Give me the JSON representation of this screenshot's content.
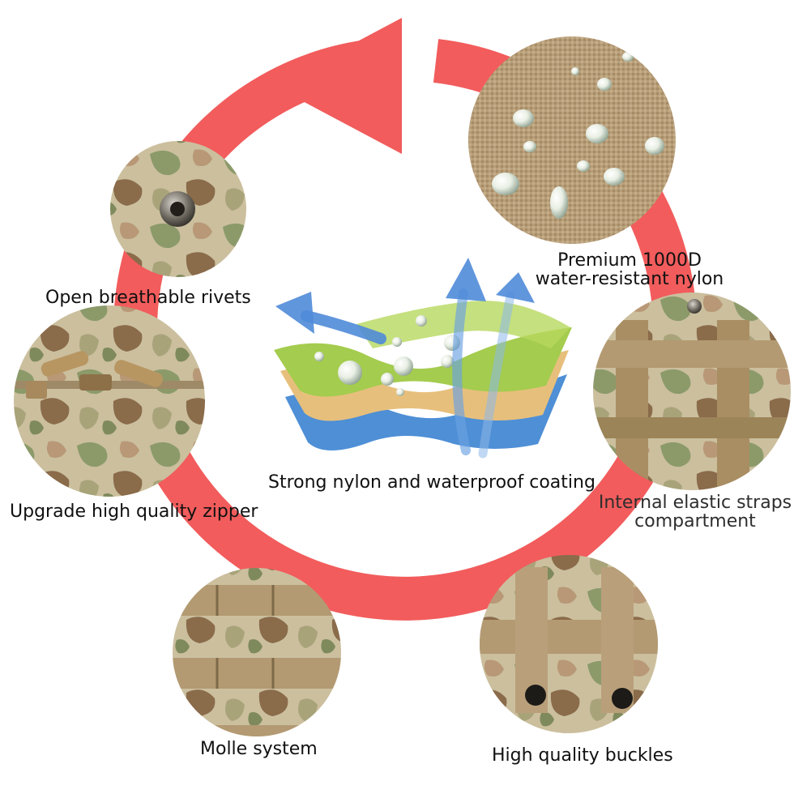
{
  "colors": {
    "arrow": "#f25c5c",
    "background": "#ffffff",
    "text": "#111111",
    "coyote_fabric": "#b89f7a",
    "camo_light": "#cbbf9e",
    "camo_green": "#8c9a6a",
    "camo_brown": "#8a6b4a",
    "webbing": "#b39a72",
    "coating_green": "#a4cc4e",
    "coating_tan": "#e7bf7c",
    "coating_blue": "#4e8fd6",
    "airflow_blue": "#4f8bd8"
  },
  "features": [
    {
      "id": "fabric",
      "icon": "water-droplets-on-fabric",
      "line1": "Premium 1000D",
      "line2": "water-resistant nylon"
    },
    {
      "id": "rivets",
      "icon": "metal-eyelet-rivet",
      "line1": "Open breathable rivets"
    },
    {
      "id": "zipper",
      "icon": "zipper-pulls",
      "line1": "Upgrade high quality zipper"
    },
    {
      "id": "molle",
      "icon": "molle-webbing",
      "line1": "Molle system"
    },
    {
      "id": "buckles",
      "icon": "snap-buckles",
      "line1": "High quality buckles"
    },
    {
      "id": "straps",
      "icon": "elastic-straps",
      "line1": "Internal elastic straps",
      "line2": "compartment"
    }
  ],
  "center": {
    "icon": "waterproof-coating-layers",
    "caption": "Strong nylon and waterproof coating"
  }
}
